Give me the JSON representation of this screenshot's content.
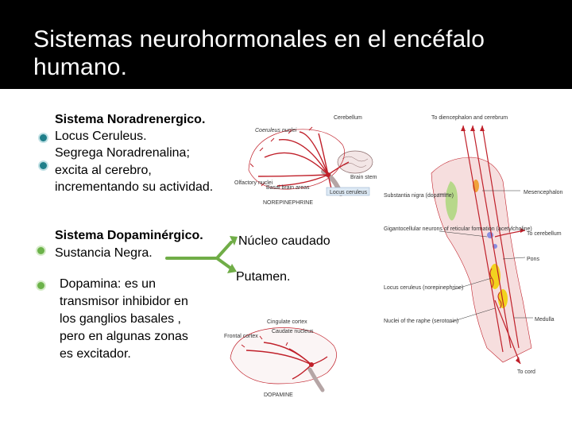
{
  "slide": {
    "title": "Sistemas neurohormonales en el encéfalo humano.",
    "colors": {
      "title_bg": "#000000",
      "title_text": "#ffffff",
      "arrow": "#70ad47",
      "pathway": "#c0202a"
    }
  },
  "noradrenergic": {
    "heading": "Sistema Noradrenergico.",
    "lines": [
      "Locus Ceruleus.",
      "Segrega Noradrenalina;",
      "excita al cerebro,",
      "incrementando su actividad."
    ]
  },
  "dopaminergic": {
    "heading": "Sistema Dopaminérgico.",
    "line": "Sustancia Negra.",
    "description": [
      "Dopamina: es un",
      "transmisor inhibidor en",
      "los ganglios basales ,",
      "pero en algunas zonas",
      "es excitador."
    ],
    "targets": [
      "Núcleo caudado",
      "Putamen."
    ]
  },
  "figure_ne": {
    "labels": {
      "cerebellum": "Cerebellum",
      "coeruleus": "Coeruleus nuclei",
      "olfactory": "Olfactory nuclei",
      "basal": "Basal brain areas",
      "brainstem": "Brain stem",
      "locus_box": "Locus ceruleus",
      "caption": "NOREPINEPHRINE"
    }
  },
  "figure_da": {
    "labels": {
      "frontal": "Frontal cortex",
      "cingulate": "Cingulate cortex",
      "caudate": "Caudate nucleus",
      "caption": "DOPAMINE"
    }
  },
  "figure_stem": {
    "labels": {
      "diencephalon": "To diencephalon and cerebrum",
      "substantia": "Substantia nigra (dopamine)",
      "mesencephalon": "Mesencephalon",
      "gigantocellular": "Gigantocellular neurons of reticular formation (acetylcholine)",
      "cerebellum": "To cerebellum",
      "pons": "Pons",
      "locus": "Locus ceruleus (norepinephrine)",
      "raphe": "Nuclei of the raphe (serotonin)",
      "medulla": "Medulla",
      "cord": "To cord"
    }
  }
}
